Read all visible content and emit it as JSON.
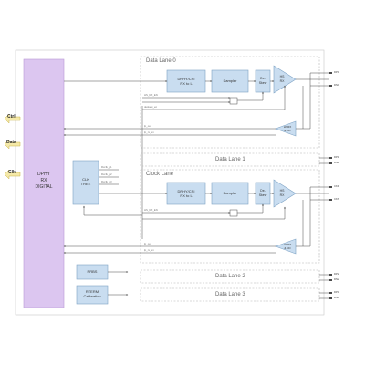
{
  "side_signals": [
    "Ctrl",
    "Data",
    "Clk"
  ],
  "digital_block": {
    "label_lines": [
      "DPHY",
      "RX",
      "DIGITAL"
    ]
  },
  "clk_tree": {
    "label_lines": [
      "CLK",
      "TREE"
    ]
  },
  "prbs": {
    "label": "PRBS"
  },
  "rterm": {
    "label_lines": [
      "RTERM",
      "Calibration"
    ]
  },
  "lanes": [
    {
      "title": "Data Lane 0",
      "expanded": true,
      "pins": [
        "DP0",
        "DN0"
      ]
    },
    {
      "title": "Data Lane 1",
      "expanded": false,
      "pins": [
        "DP1",
        "DN1"
      ]
    },
    {
      "title": "Clock Lane",
      "expanded": true,
      "pins": [
        "CKP",
        "CKN"
      ]
    },
    {
      "title": "Data Lane 2",
      "expanded": false,
      "pins": [
        "DP2",
        "DN2"
      ]
    },
    {
      "title": "Data Lane 3",
      "expanded": false,
      "pins": [
        "DP3",
        "DN3"
      ]
    }
  ],
  "blocks": {
    "deser_lines": [
      "DPHY/CSI",
      "RX to L"
    ],
    "sampler": "Sampler",
    "deskew_lines": [
      "De-",
      "Skew"
    ],
    "hs_rx_lines": [
      "HS",
      "RX"
    ],
    "lp_rx_lines": [
      "LP RX",
      "& CD"
    ]
  },
  "signal_labels": {
    "hs_rx_en": "HS_RX_EN",
    "deskew_en": "deskew_en",
    "lp_out": "lp_out",
    "lp_rx_en": "lp_rx_en",
    "clk_1": "Rxclk_p1",
    "clk_2": "Rxclk_p2",
    "clk_3": "Rxclk_p3"
  },
  "colors": {
    "digital_fill": "#dcc6f0",
    "block_fill": "#c9ddf0",
    "line": "#4a4a4a",
    "lane_border": "#b5b5b5",
    "side_arrow": "#f5e9a8"
  }
}
